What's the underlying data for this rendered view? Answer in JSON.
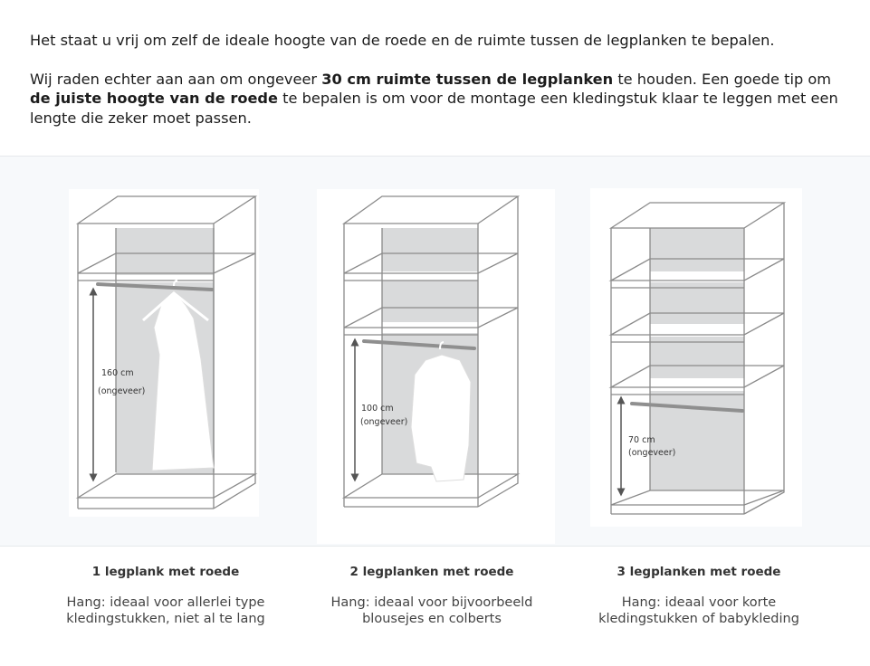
{
  "intro": {
    "line1": "Het staat u vrij om zelf de ideale hoogte van de roede en de ruimte tussen de legplanken te bepalen.",
    "p2_a": "Wij raden echter aan aan om ongeveer ",
    "p2_b": "30 cm ruimte tussen de legplanken",
    "p2_c": " te houden. Een goede tip om ",
    "p2_d": "de juiste hoogte van de roede",
    "p2_e": " te bepalen is om voor de montage een kledingstuk klaar te leggen met een lengte die zeker moet passen."
  },
  "wardrobes": [
    {
      "measure": "160 cm",
      "qualifier": "(ongeveer)",
      "title": "1 legplank met roede",
      "description": "Hang: ideaal voor allerlei type kledingstukken, niet al te lang"
    },
    {
      "measure": "100 cm",
      "qualifier": "(ongeveer)",
      "title": "2 legplanken met roede",
      "description": "Hang: ideaal voor bijvoorbeeld blousejes en colberts"
    },
    {
      "measure": "70 cm",
      "qualifier": "(ongeveer)",
      "title": "3 legplanken met roede",
      "description": "Hang: ideaal voor korte kledingstukken of babykleding"
    }
  ],
  "colors": {
    "wardrobe_outline": "#8a8a8a",
    "back_panel": "#d9dadb",
    "rod": "#8f8f8f",
    "garment": "#ffffff"
  }
}
